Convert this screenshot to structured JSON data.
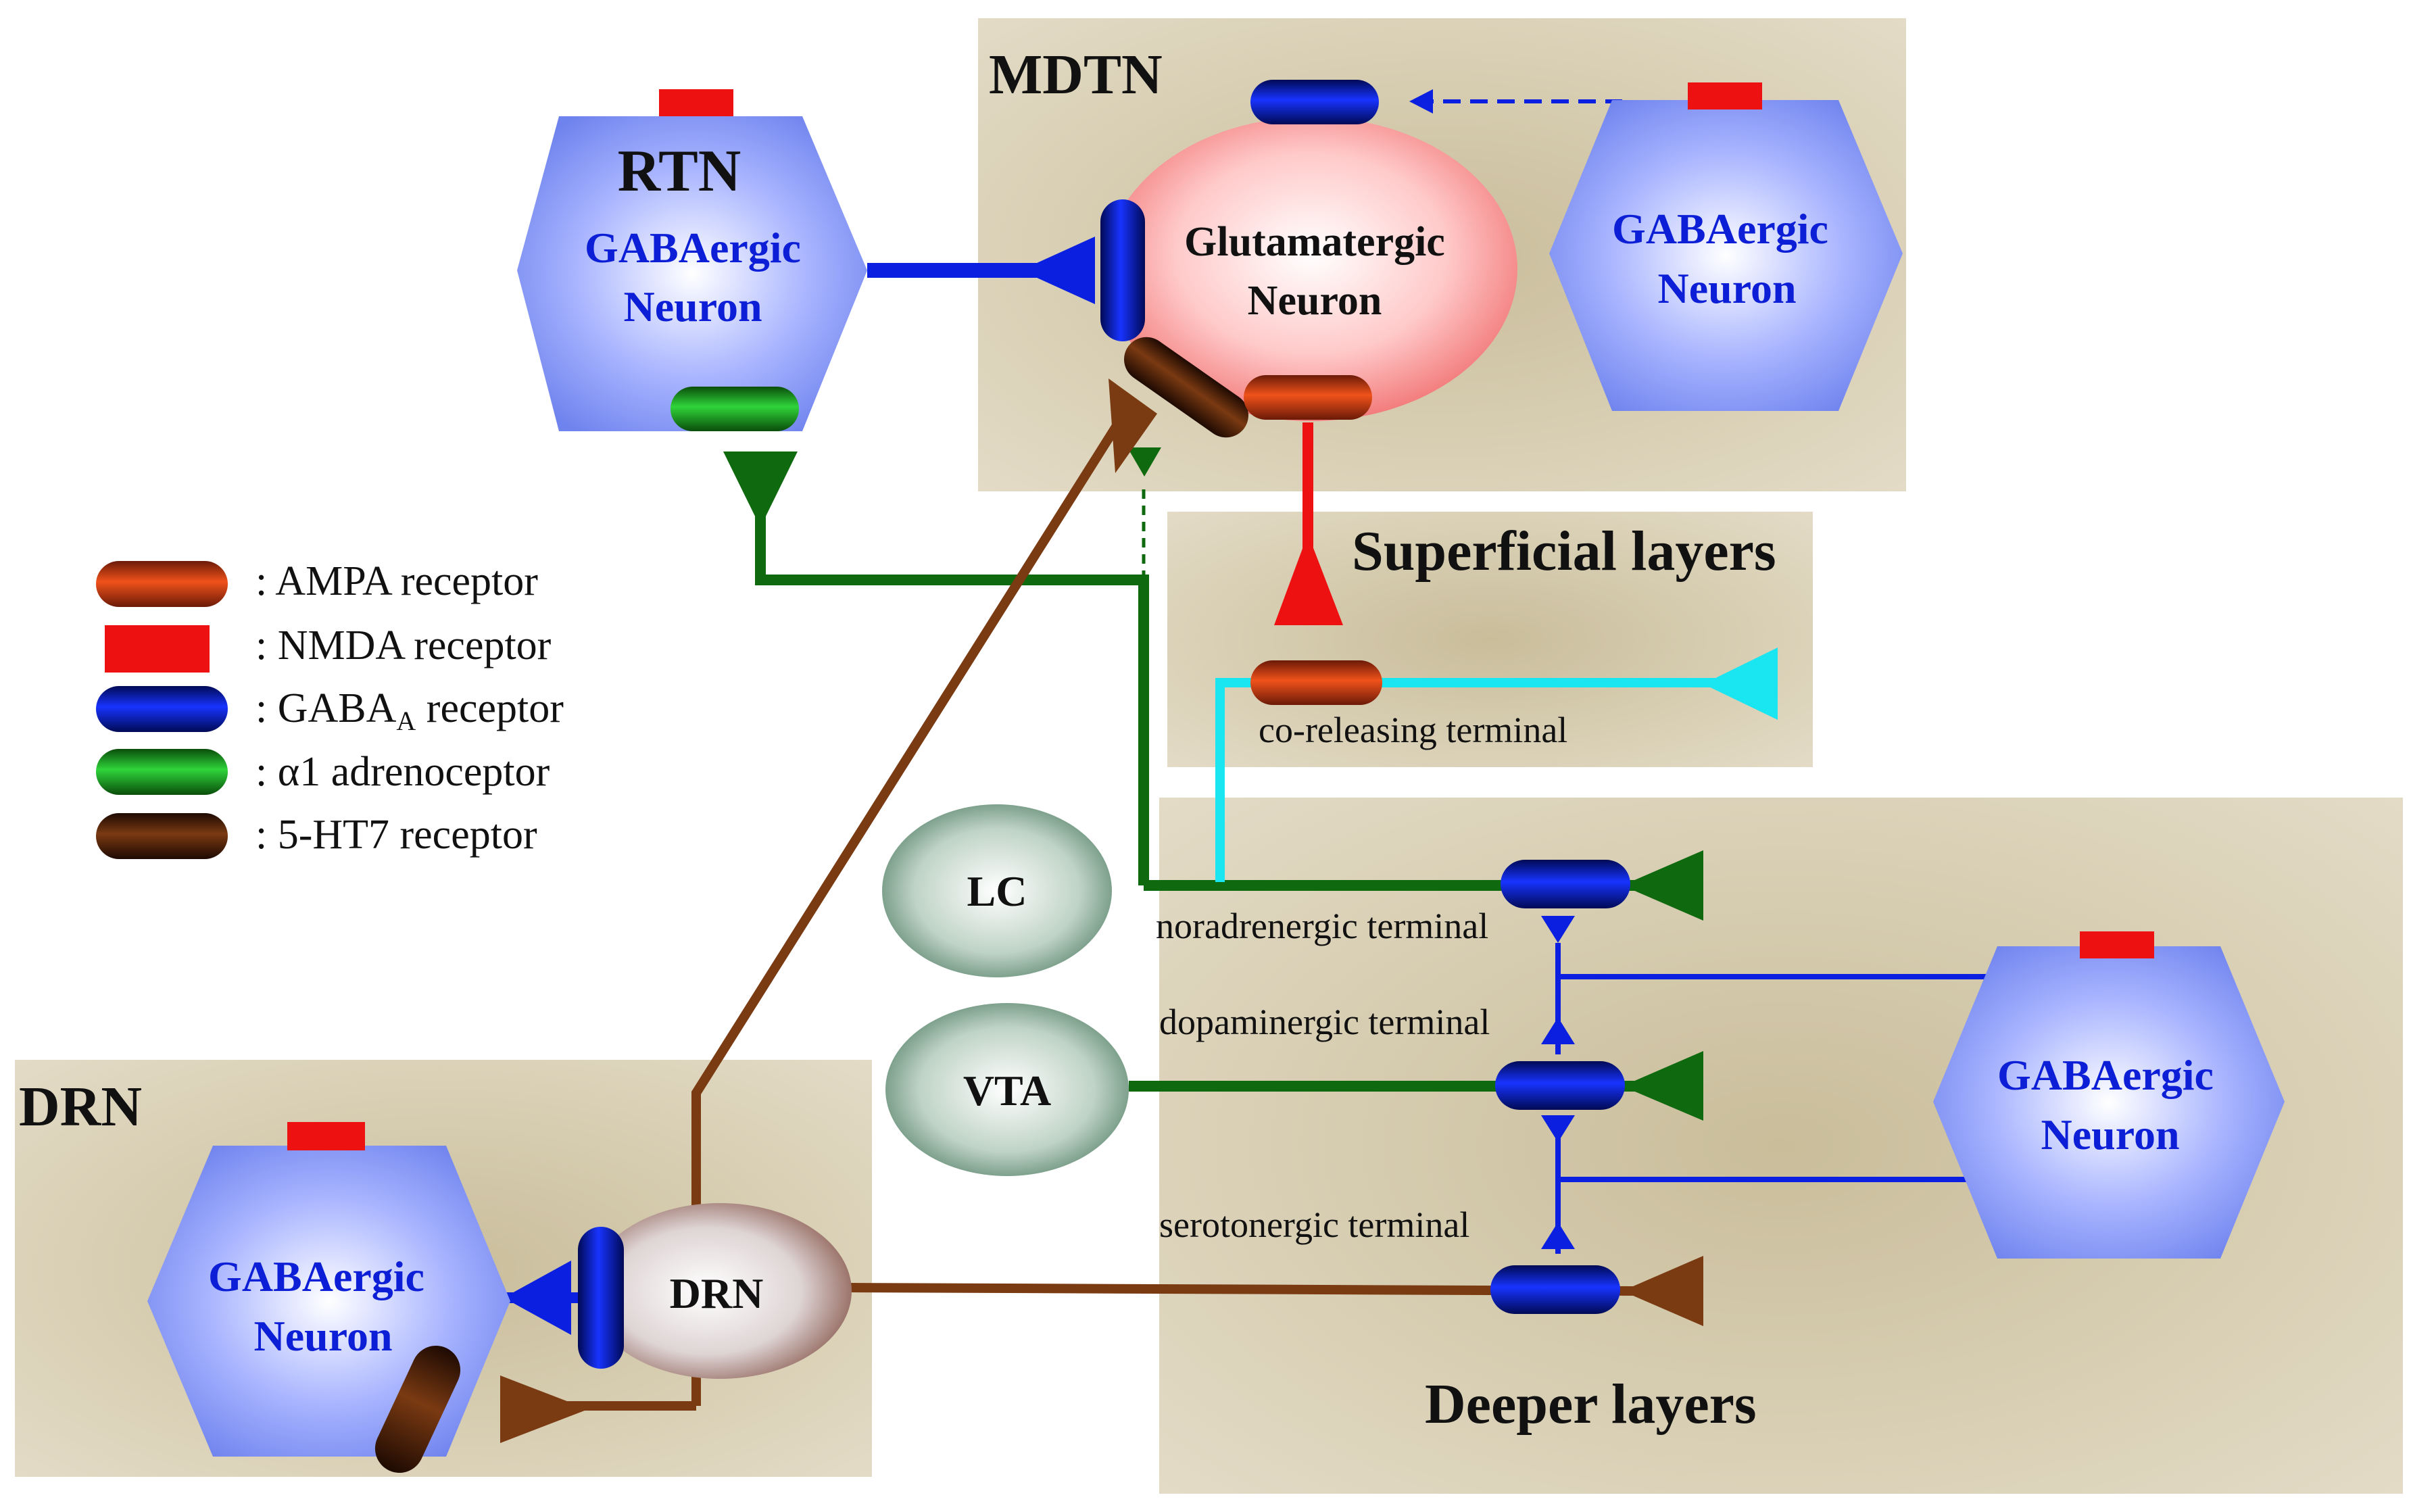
{
  "regions": {
    "mdtn": "MDTN",
    "superficial": "Superficial layers",
    "deeper": "Deeper layers",
    "drn": "DRN"
  },
  "neurons": {
    "rtn_title": "RTN",
    "gaba_line1": "GABAergic",
    "gaba_line2": "Neuron",
    "glut_line1": "Glutamatergic",
    "glut_line2": "Neuron",
    "lc": "LC",
    "vta": "VTA",
    "drn_body": "DRN"
  },
  "terminals": {
    "co_releasing": "co-releasing terminal",
    "noradrenergic": "noradrenergic terminal",
    "dopaminergic": "dopaminergic terminal",
    "serotonergic": "serotonergic terminal"
  },
  "legend": {
    "items": [
      {
        "label": ": AMPA receptor",
        "color": "#c3401a",
        "icon": "ampa-receptor-icon"
      },
      {
        "label": ": NMDA receptor",
        "color": "#ee1111",
        "icon": "nmda-receptor-icon"
      },
      {
        "label_prefix": ": GABA",
        "label_sub": "A",
        "label_suffix": " receptor",
        "color": "#0a1fc8",
        "icon": "gaba-a-receptor-icon"
      },
      {
        "label": ": α1 adrenoceptor",
        "color": "#1fae2a",
        "icon": "alpha1-adrenoceptor-icon"
      },
      {
        "label": ": 5-HT7 receptor",
        "color": "#5a2a10",
        "icon": "5ht7-receptor-icon"
      }
    ]
  },
  "colors": {
    "region_fill": "#d8ceb3",
    "gaba_blue": "#0a1fe0",
    "noradrenergic_green": "#0f6a0f",
    "serotonergic_brown": "#7a3a12",
    "glutamate_red": "#ee1111",
    "co_release_cyan": "#19e6f0",
    "hexagon_fill": "#8b9cf5"
  }
}
